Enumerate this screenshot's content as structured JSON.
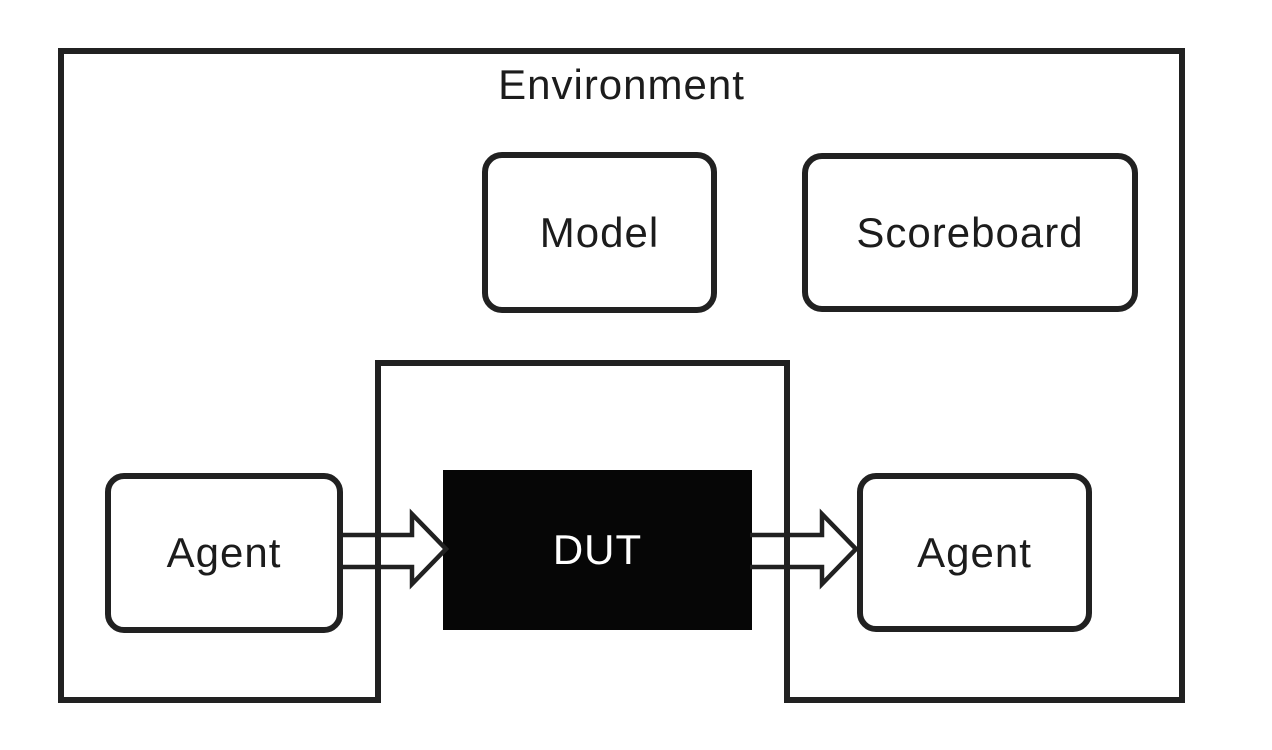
{
  "diagram": {
    "title": "Environment",
    "boxes": {
      "model": {
        "label": "Model"
      },
      "scoreboard": {
        "label": "Scoreboard"
      },
      "agent_left": {
        "label": "Agent"
      },
      "dut": {
        "label": "DUT"
      },
      "agent_right": {
        "label": "Agent"
      }
    },
    "arrows": {
      "left": "agent-to-dut",
      "right": "dut-to-agent"
    },
    "colors": {
      "line": "#212121",
      "background": "#ffffff",
      "dut_fill": "#060606",
      "dut_text": "#ffffff",
      "label_text": "#1c1c1c"
    }
  }
}
